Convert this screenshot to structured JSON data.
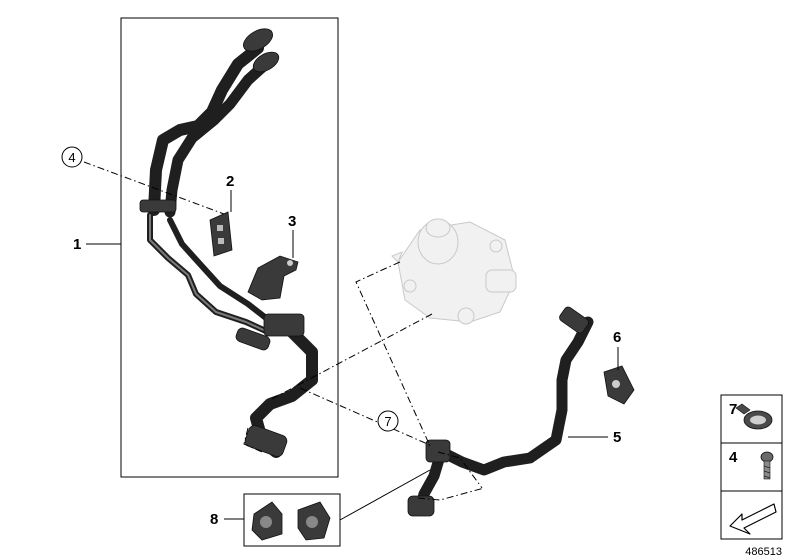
{
  "diagram": {
    "callouts": [
      {
        "id": "1",
        "label": "1",
        "circled": false
      },
      {
        "id": "2",
        "label": "2",
        "circled": false
      },
      {
        "id": "3",
        "label": "3",
        "circled": false
      },
      {
        "id": "4",
        "label": "4",
        "circled": true
      },
      {
        "id": "5",
        "label": "5",
        "circled": false
      },
      {
        "id": "6",
        "label": "6",
        "circled": false
      },
      {
        "id": "7",
        "label": "7",
        "circled": true
      },
      {
        "id": "8",
        "label": "8",
        "circled": false
      }
    ],
    "legend": [
      {
        "label": "7",
        "icon": "hose-clamp-icon"
      },
      {
        "label": "4",
        "icon": "screw-icon"
      }
    ],
    "footer_icon": "arrow-icon",
    "reference_number": "486513"
  }
}
